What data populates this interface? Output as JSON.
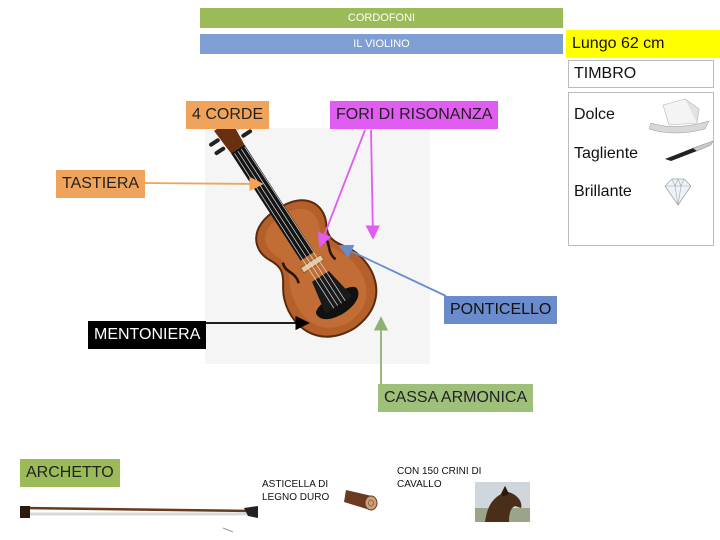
{
  "header": {
    "category": "CORDOFONI",
    "title": "IL VIOLINO"
  },
  "length": "Lungo 62 cm",
  "timbre": {
    "heading": "TIMBRO",
    "items": [
      {
        "label": "Dolce",
        "icon": "pillow-icon"
      },
      {
        "label": "Tagliente",
        "icon": "knife-icon"
      },
      {
        "label": "Brillante",
        "icon": "diamond-icon"
      }
    ]
  },
  "parts": {
    "strings": "4 CORDE",
    "soundholes": "FORI DI RISONANZA",
    "fingerboard": "TASTIERA",
    "bridge": "PONTICELLO",
    "chinrest": "MENTONIERA",
    "body": "CASSA ARMONICA"
  },
  "bow": {
    "title": "ARCHETTO",
    "stick": "ASTICELLA DI LEGNO DURO",
    "hair": "CON 150 CRINI DI CAVALLO"
  },
  "colors": {
    "green": "#9bbb59",
    "blue": "#7f9fd4",
    "orange": "#f0a35b",
    "magenta": "#e15cf0",
    "yellow": "#ffff00"
  }
}
